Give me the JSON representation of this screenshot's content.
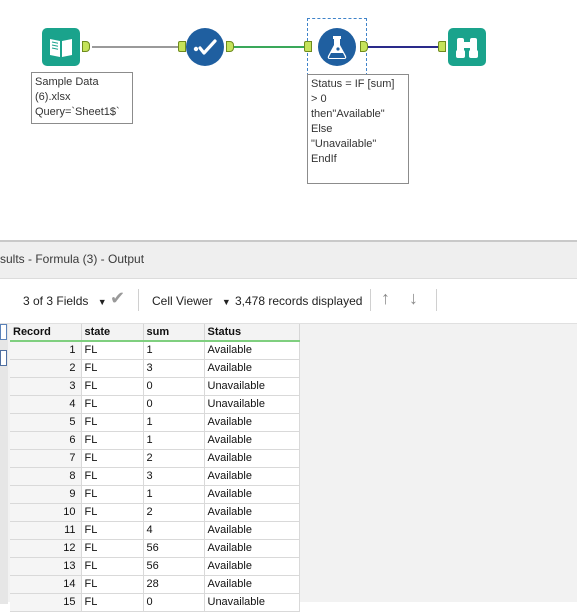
{
  "canvas": {
    "tools": [
      {
        "name": "Input Data",
        "icon": "book-icon",
        "color": "#1aa38c"
      },
      {
        "name": "Select",
        "icon": "checkmark-icon",
        "color": "#1f5fa0"
      },
      {
        "name": "Formula",
        "icon": "flask-icon",
        "color": "#1f5fa0"
      },
      {
        "name": "Browse",
        "icon": "binoculars-icon",
        "color": "#1aa38c"
      }
    ],
    "input_annotation": "Sample Data\n(6).xlsx\nQuery=`Sheet1$`",
    "formula_annotation": "Status = IF [sum]\n> 0\nthen\"Available\"\nElse\n\"Unavailable\"\nEndIf"
  },
  "results": {
    "title": "sults - Formula (3) - Output",
    "fields_label": "3 of 3 Fields",
    "viewer_label": "Cell Viewer",
    "records_label": "3,478 records displayed",
    "columns": [
      "Record",
      "state",
      "sum",
      "Status"
    ],
    "rows": [
      [
        "1",
        "FL",
        "1",
        "Available"
      ],
      [
        "2",
        "FL",
        "3",
        "Available"
      ],
      [
        "3",
        "FL",
        "0",
        "Unavailable"
      ],
      [
        "4",
        "FL",
        "0",
        "Unavailable"
      ],
      [
        "5",
        "FL",
        "1",
        "Available"
      ],
      [
        "6",
        "FL",
        "1",
        "Available"
      ],
      [
        "7",
        "FL",
        "2",
        "Available"
      ],
      [
        "8",
        "FL",
        "3",
        "Available"
      ],
      [
        "9",
        "FL",
        "1",
        "Available"
      ],
      [
        "10",
        "FL",
        "2",
        "Available"
      ],
      [
        "11",
        "FL",
        "4",
        "Available"
      ],
      [
        "12",
        "FL",
        "56",
        "Available"
      ],
      [
        "13",
        "FL",
        "56",
        "Available"
      ],
      [
        "14",
        "FL",
        "28",
        "Available"
      ],
      [
        "15",
        "FL",
        "0",
        "Unavailable"
      ]
    ]
  },
  "colors": {
    "accent_green": "#1aa38c",
    "accent_blue": "#1f5fa0",
    "connector_gray": "#9a9a9a",
    "connector_green": "#3aa85a",
    "connector_navy": "#2a2a8a"
  }
}
